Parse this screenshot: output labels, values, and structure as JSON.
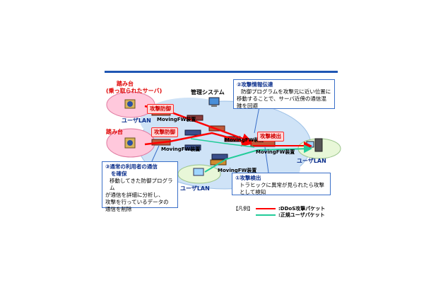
{
  "nodes": {
    "stepping_hijacked_title": "踏み台",
    "stepping_hijacked_sub": "(乗っ取られたサーバ)",
    "stepping_stone": "踏み台",
    "mgmt_system": "管理システム",
    "user_lan_1": "ユーザLAN",
    "user_lan_2": "ユーザLAN",
    "user_lan_3": "ユーザLAN",
    "fw_top_left": "MovingFW装置",
    "fw_left": "MovingFW装置",
    "fw_center": "MovingFW装置",
    "fw_right": "MovingFW装置",
    "fw_bottom": "MovingFW装置"
  },
  "bursts": {
    "b1": "攻撃防御",
    "b2": "攻撃防御",
    "b3": "攻撃検出"
  },
  "callouts": {
    "c2": {
      "head": "②攻撃情報伝達",
      "body": [
        "防御プログラムを攻撃元に近い位置に",
        "移動することで、サーバ近傍の通信混",
        "雑を回避"
      ]
    },
    "c3": {
      "head": "③通常の利用者の通信",
      "head2": "を確保",
      "body": [
        "移動してきた防御プログラム",
        "が通信を詳細に分析し、",
        "攻撃を行っているデータの",
        "通信を削除"
      ]
    },
    "c1": {
      "head": "①攻撃検出",
      "body": [
        "トラヒックに異常が見られたら攻撃",
        "として検知"
      ]
    }
  },
  "legend": {
    "title": "【凡例】",
    "items": [
      {
        "label": ":DDoS攻撃パケット",
        "color": "#ff0000"
      },
      {
        "label": ":正規ユーザパケット",
        "color": "#22cc99"
      }
    ]
  },
  "colors": {
    "network_cloud": "#cfe3f7",
    "attack_arrow": "#ff0000",
    "normal_arrow": "#22cc99",
    "accent_blue": "#1f56b3"
  }
}
